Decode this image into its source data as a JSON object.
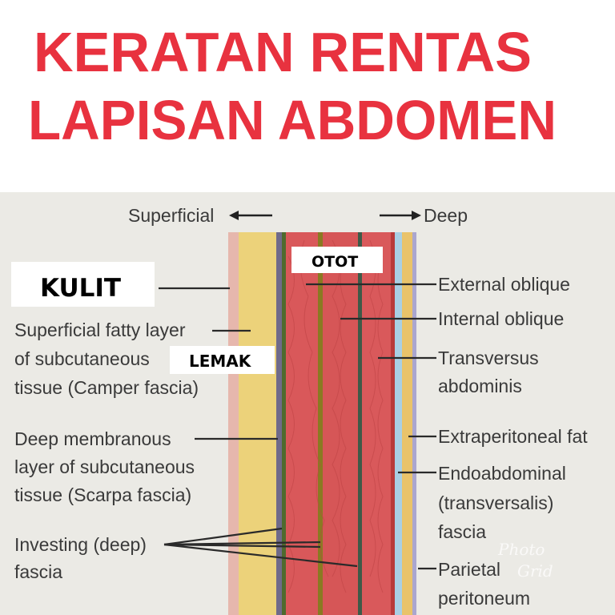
{
  "title": {
    "line1": "KERATAN RENTAS",
    "line2": "LAPISAN ABDOMEN",
    "color": "#e8323f"
  },
  "direction": {
    "superficial": "Superficial",
    "deep": "Deep"
  },
  "tags": {
    "skin": "KULIT",
    "fat": "LEMAK",
    "muscle": "OTOT"
  },
  "left_labels": {
    "fatty": [
      "Superficial fatty layer",
      "of subcutaneous",
      "tissue (Camper fascia)"
    ],
    "membranous": [
      "Deep membranous",
      "layer of subcutaneous",
      "tissue (Scarpa fascia)"
    ],
    "investing": [
      "Investing (deep)",
      "fascia"
    ]
  },
  "right_labels": {
    "external": [
      "External oblique"
    ],
    "internal": [
      "Internal oblique"
    ],
    "transversus": [
      "Transversus",
      "abdominis"
    ],
    "extraperitoneal": [
      "Extraperitoneal fat"
    ],
    "endoabdominal": [
      "Endoabdominal",
      "(transversalis)",
      "fascia"
    ],
    "parietal": [
      "Parietal",
      "peritoneum"
    ]
  },
  "watermark": {
    "line1": "Photo",
    "line2": "Grid"
  },
  "colors": {
    "background": "#ebeae5",
    "skin": "#e6b7ad",
    "fat": "#ecd27a",
    "muscle": "#d9585a",
    "fascia_blue": "#a9cfe4"
  }
}
